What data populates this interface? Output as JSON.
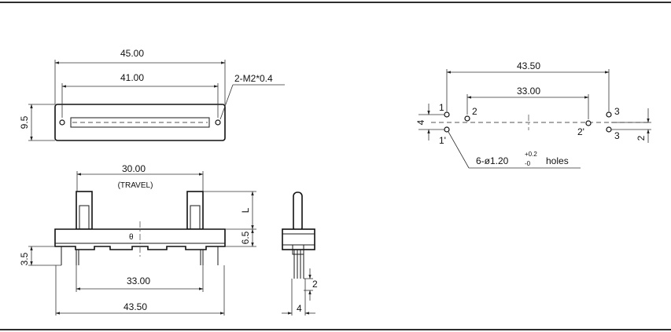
{
  "top_view": {
    "dim_overall": "45.00",
    "dim_holes": "41.00",
    "dim_height": "9.5",
    "mount_note": "2-M2*0.4"
  },
  "front_view": {
    "dim_travel": "30.00",
    "travel_note": "(TRAVEL)",
    "dim_lever": "L",
    "dim_body_height": "6.5",
    "dim_pin_length": "3.5",
    "dim_pin_spacing": "33.00",
    "dim_overall": "43.50",
    "center_mark": "θ"
  },
  "side_view": {
    "dim_pin": "2",
    "dim_width": "4"
  },
  "pcb_layout": {
    "dim_outer": "43.50",
    "dim_inner": "33.00",
    "dim_offset": "4",
    "dim_right": "2",
    "holes_note_prefix": "6-ø1.20",
    "tol_plus": "+0.2",
    "tol_minus": "-0",
    "holes_note_suffix": "holes",
    "pin_labels": [
      "1",
      "2",
      "3",
      "1'",
      "2'",
      "3"
    ]
  }
}
